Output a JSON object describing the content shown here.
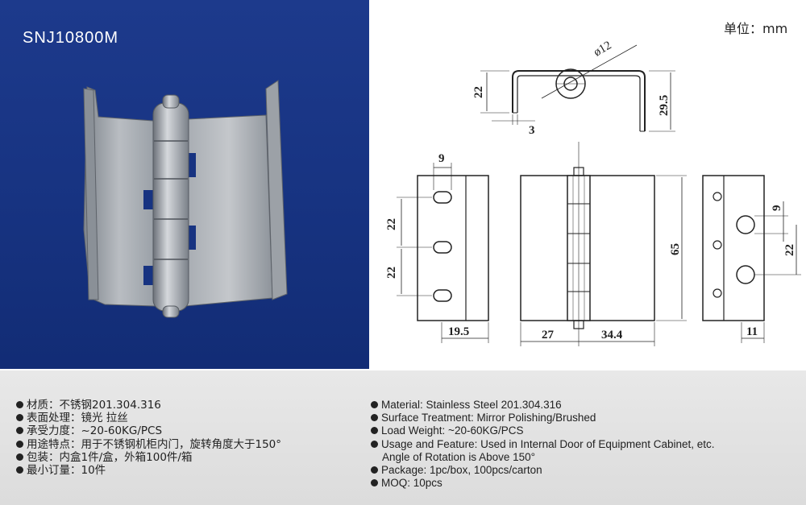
{
  "header": {
    "model": "SNJ10800M",
    "unit": "单位：mm"
  },
  "colors": {
    "photo_background": "#173381",
    "spec_background": "#e0e0e0"
  },
  "drawing": {
    "dims": {
      "diameter": "ø12",
      "h22": "22",
      "h29_5": "29.5",
      "t3": "3",
      "w9": "9",
      "p22a": "22",
      "p22b": "22",
      "w19_5": "19.5",
      "h65": "65",
      "w27": "27",
      "w34_4": "34.4",
      "r9": "9",
      "r22": "22",
      "w11": "11"
    }
  },
  "specs_cn": [
    "材质：不锈钢201.304.316",
    "表面处理：镜光 拉丝",
    "承受力度：~20-60KG/PCS",
    "用途特点：用于不锈钢机柜内门，旋转角度大于150°",
    "包装：内盒1件/盒，外箱100件/箱",
    "最小订量：10件"
  ],
  "specs_en": [
    "Material: Stainless Steel 201.304.316",
    "Surface Treatment: Mirror Polishing/Brushed",
    "Load Weight: ~20-60KG/PCS",
    "Usage and Feature: Used in Internal Door of Equipment Cabinet, etc.",
    "Package: 1pc/box, 100pcs/carton",
    "MOQ: 10pcs"
  ],
  "specs_en_continuation": "Angle of Rotation is Above 150°"
}
